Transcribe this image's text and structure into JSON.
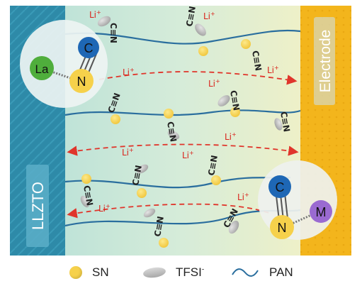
{
  "panel_left_label": "LLZTO",
  "panel_right_label": "Electrode",
  "left_inset": {
    "atom1": "La",
    "atom2": "N",
    "atom3": "C"
  },
  "right_inset": {
    "atom1": "C",
    "atom2": "N",
    "atom3": "M"
  },
  "li_label": "Li",
  "li_charge": "+",
  "nitrile_label": "C≡N",
  "legend": {
    "sn": "SN",
    "tfsi": "TFSI",
    "tfsi_charge": "-",
    "pan": "PAN"
  },
  "colors": {
    "llzto": "#2e8aa8",
    "electrode": "#f3b51c",
    "chain": "#2a6e9e",
    "li_path": "#e0352b",
    "sn": "#f6d14b",
    "la_atom": "#4fae3c",
    "c_atom": "#1e67b5",
    "m_atom": "#9a6ad1"
  }
}
